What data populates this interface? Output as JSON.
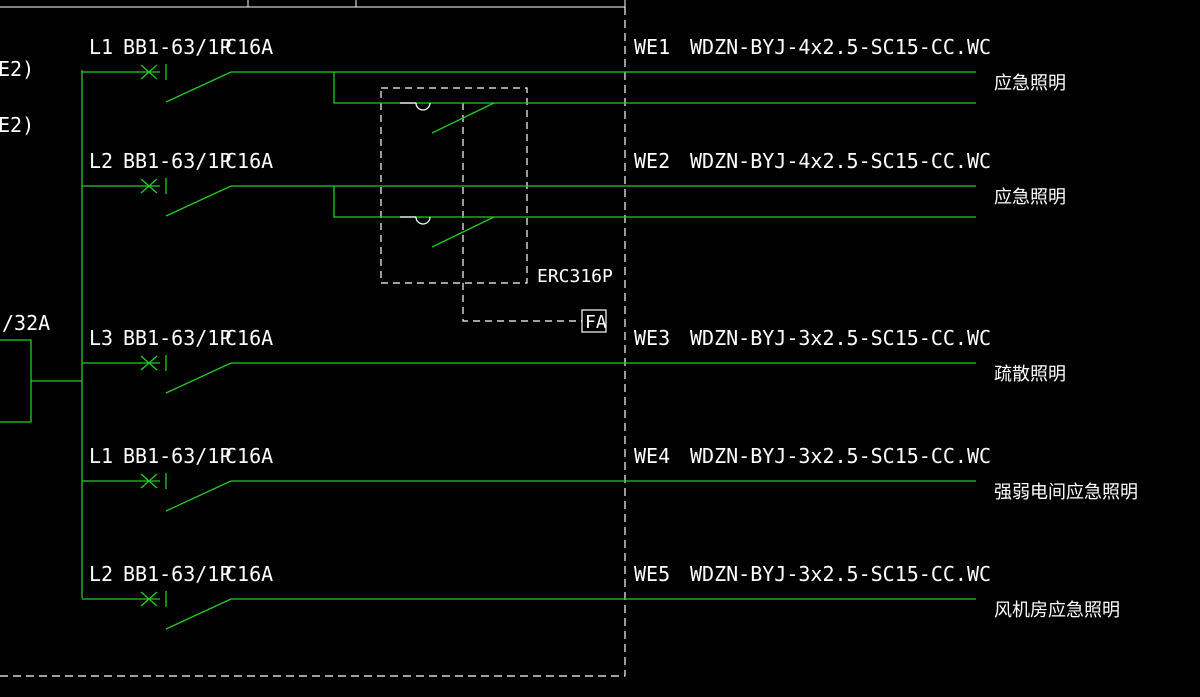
{
  "colors": {
    "background": "#000000",
    "wire": "#22cc22",
    "text": "#ffffff",
    "dashed": "#ffffff"
  },
  "left_fragments": {
    "top1": "E2)",
    "top2": "E2)",
    "rating": "/32A"
  },
  "device": {
    "name": "ERC316P",
    "fa_label": "FA"
  },
  "circuits": [
    {
      "phase": "L1",
      "breaker": "BB1-63/1P",
      "rating": "C16A",
      "id": "WE1",
      "cable": "WDZN-BYJ-4x2.5-SC15-CC.WC",
      "load": "应急照明"
    },
    {
      "phase": "L2",
      "breaker": "BB1-63/1P",
      "rating": "C16A",
      "id": "WE2",
      "cable": "WDZN-BYJ-4x2.5-SC15-CC.WC",
      "load": "应急照明"
    },
    {
      "phase": "L3",
      "breaker": "BB1-63/1P",
      "rating": "C16A",
      "id": "WE3",
      "cable": "WDZN-BYJ-3x2.5-SC15-CC.WC",
      "load": "疏散照明"
    },
    {
      "phase": "L1",
      "breaker": "BB1-63/1P",
      "rating": "C16A",
      "id": "WE4",
      "cable": "WDZN-BYJ-3x2.5-SC15-CC.WC",
      "load": "强弱电间应急照明"
    },
    {
      "phase": "L2",
      "breaker": "BB1-63/1P",
      "rating": "C16A",
      "id": "WE5",
      "cable": "WDZN-BYJ-3x2.5-SC15-CC.WC",
      "load": "风机房应急照明"
    }
  ]
}
